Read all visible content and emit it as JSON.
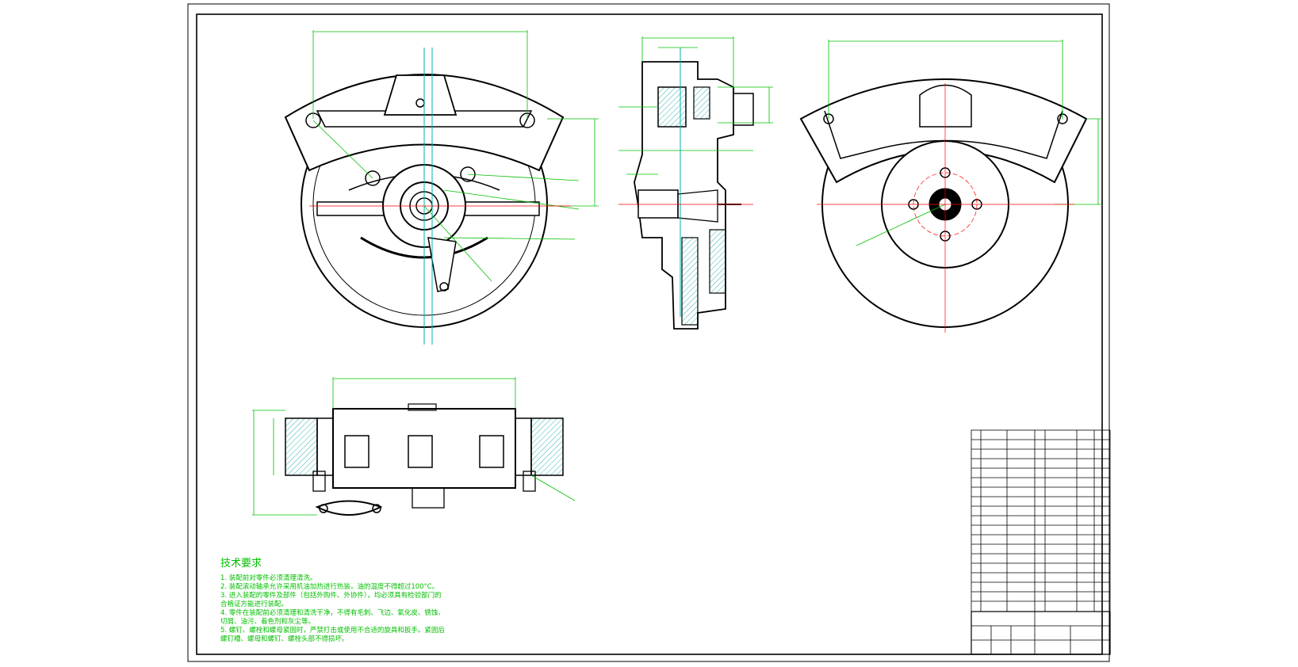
{
  "technical_requirements": {
    "title": "技术要求",
    "items": [
      "1. 装配前对零件必须清理清洗。",
      "2. 装配滚动轴承允许采用机油加热进行热装，油的温度不得超过100°C。",
      "3. 进入装配的零件及部件（包括外购件、外协件），均必须具有检验部门的",
      "合格证方能进行装配。",
      "4. 零件在装配前必须清理和清洗干净，不得有毛刺、飞边、氧化皮、锈蚀、",
      "切屑、油污、着色剂和灰尘等。",
      "5. 螺钉、螺栓和螺母紧固时，严禁打击或使用不合适的旋具和扳手。紧固后",
      "螺钉槽、螺母和螺钉、螺栓头部不得损坏。"
    ]
  },
  "colors": {
    "outline": "#000000",
    "dimension": "#00c000",
    "center_line": "#ff0000",
    "axis_line": "#00b0b0",
    "hatch": "#00a0a0"
  }
}
